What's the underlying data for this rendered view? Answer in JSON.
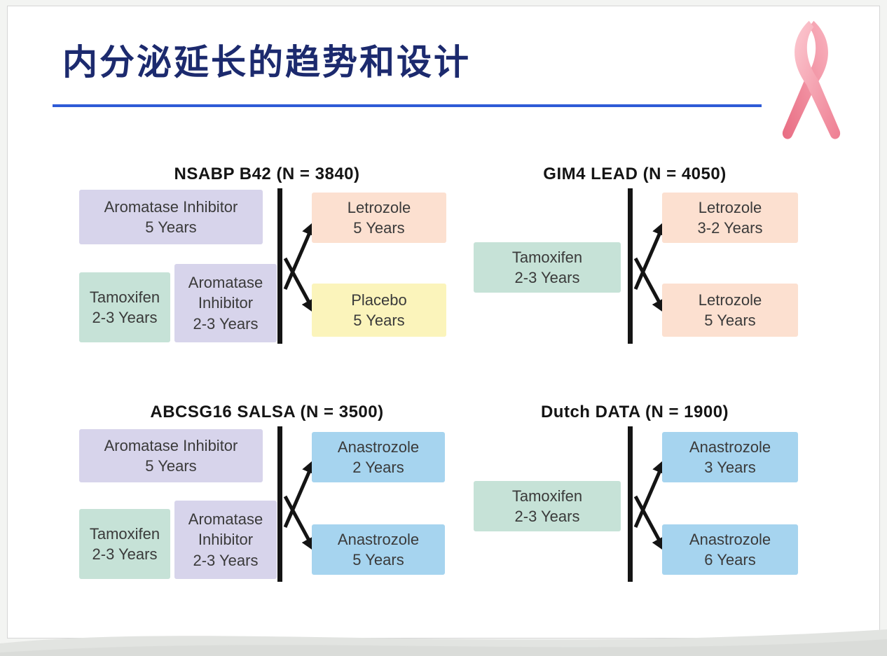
{
  "slide": {
    "title": "内分泌延长的趋势和设计"
  },
  "colors": {
    "title_navy": "#1c2a6e",
    "rule_blue": "#2f5bd7",
    "lavender": "#d7d4eb",
    "green": "#c6e2d7",
    "peach": "#fce0d0",
    "yellow": "#fbf4bb",
    "blue": "#a6d4ef",
    "ribbon_pink": "#f295a6"
  },
  "icons": {
    "ribbon": "pink-awareness-ribbon"
  },
  "trials": {
    "nsabp": {
      "title": "NSABP B42 (N = 3840)",
      "arm_ai5": "Aromatase Inhibitor\n5 Years",
      "arm_tam": "Tamoxifen\n2-3 Years",
      "arm_ai23": "Aromatase\nInhibitor\n2-3 Years",
      "out_top": "Letrozole\n5 Years",
      "out_bottom": "Placebo\n5 Years"
    },
    "gim4": {
      "title": "GIM4 LEAD (N = 4050)",
      "arm_tam": "Tamoxifen\n2-3 Years",
      "out_top": "Letrozole\n3-2 Years",
      "out_bottom": "Letrozole\n5 Years"
    },
    "abcsg": {
      "title": "ABCSG16 SALSA (N = 3500)",
      "arm_ai5": "Aromatase Inhibitor\n5 Years",
      "arm_tam": "Tamoxifen\n2-3 Years",
      "arm_ai23": "Aromatase\nInhibitor\n2-3 Years",
      "out_top": "Anastrozole\n2 Years",
      "out_bottom": "Anastrozole\n5 Years"
    },
    "dutch": {
      "title": "Dutch DATA (N = 1900)",
      "arm_tam": "Tamoxifen\n2-3 Years",
      "out_top": "Anastrozole\n3 Years",
      "out_bottom": "Anastrozole\n6 Years"
    }
  }
}
